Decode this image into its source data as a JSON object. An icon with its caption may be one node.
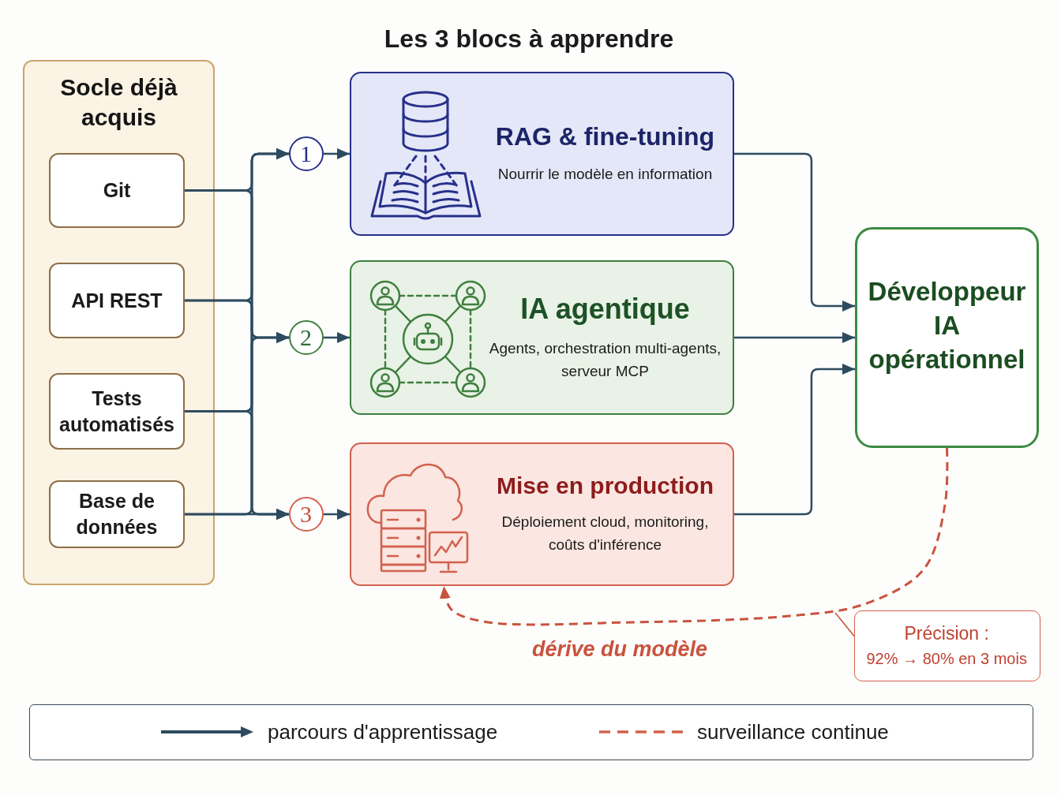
{
  "diagram": {
    "title": "Les 3 blocs à apprendre",
    "nodes": [
      {
        "text": [
          "Socle déjà acquis"
        ]
      },
      {
        "text": [
          "Git"
        ],
        "in": 0
      },
      {
        "text": [
          "API REST"
        ],
        "in": 0
      },
      {
        "text": [
          "Tests automatisés"
        ],
        "in": 0
      },
      {
        "text": [
          "Base de données"
        ],
        "in": 0
      },
      {
        "text": [
          "1"
        ]
      },
      {
        "text": [
          "2"
        ]
      },
      {
        "text": [
          "3"
        ]
      },
      {
        "text": [
          "RAG & fine-tuning",
          "Nourrir le modèle en information"
        ]
      },
      {
        "text": [
          "IA agentique",
          "Agents, orchestration multi-agents, serveur MCP"
        ]
      },
      {
        "text": [
          "Mise en production",
          "Déploiement cloud, monitoring, coûts d'inférence"
        ]
      },
      {
        "text": [
          "Développeur IA opérationnel"
        ]
      },
      {
        "text": [
          "Précision :",
          "92% → 80% en 3 mois"
        ]
      }
    ],
    "edges": [
      {
        "from": 1,
        "to": 5,
        "arrow": "to"
      },
      {
        "from": 1,
        "to": 6,
        "arrow": "to"
      },
      {
        "from": 1,
        "to": 7,
        "arrow": "to"
      },
      {
        "from": 2,
        "to": 5,
        "arrow": "to"
      },
      {
        "from": 2,
        "to": 6,
        "arrow": "to"
      },
      {
        "from": 2,
        "to": 7,
        "arrow": "to"
      },
      {
        "from": 3,
        "to": 5,
        "arrow": "to"
      },
      {
        "from": 3,
        "to": 6,
        "arrow": "to"
      },
      {
        "from": 3,
        "to": 7,
        "arrow": "to"
      },
      {
        "from": 4,
        "to": 5,
        "arrow": "to"
      },
      {
        "from": 4,
        "to": 6,
        "arrow": "to"
      },
      {
        "from": 4,
        "to": 7,
        "arrow": "to"
      },
      {
        "from": 5,
        "to": 8,
        "arrow": "to"
      },
      {
        "from": 6,
        "to": 9,
        "arrow": "to"
      },
      {
        "from": 7,
        "to": 10,
        "arrow": "to"
      },
      {
        "from": 8,
        "to": 11,
        "arrow": "to"
      },
      {
        "from": 9,
        "to": 11,
        "arrow": "to"
      },
      {
        "from": 10,
        "to": 11,
        "arrow": "to"
      },
      {
        "from": 11,
        "to": 10,
        "arrow": "to",
        "label": "dérive du modèle",
        "style": "dashed",
        "color": "#c9533d"
      },
      {
        "from": 12,
        "to": null,
        "arrow": "none",
        "color": "#c9533d"
      }
    ],
    "legend": [
      {
        "text": "parcours d'apprentissage"
      },
      {
        "text": "surveillance continue"
      }
    ]
  }
}
